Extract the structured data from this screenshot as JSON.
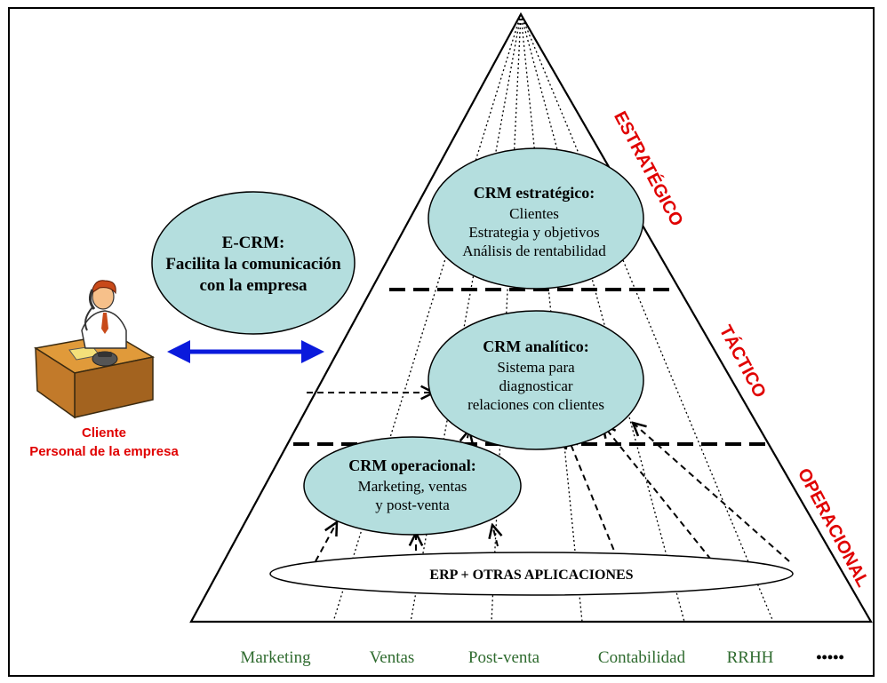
{
  "levels": {
    "strategic": "ESTRATÉGICO",
    "tactical": "TÁCTICO",
    "operational": "OPERACIONAL"
  },
  "ecrm": {
    "title": "E-CRM:",
    "line1": "Facilita la comunicación",
    "line2": "con la empresa"
  },
  "strategic_box": {
    "title": "CRM estratégico:",
    "line1": "Clientes",
    "line2": "Estrategia y objetivos",
    "line3": "Análisis de rentabilidad"
  },
  "analytic_box": {
    "title": "CRM analítico:",
    "line1": "Sistema para",
    "line2": "diagnosticar",
    "line3": "relaciones con clientes"
  },
  "operational_box": {
    "title": "CRM operacional:",
    "line1": "Marketing, ventas",
    "line2": "y post-venta"
  },
  "erp": "ERP + OTRAS APLICACIONES",
  "client": {
    "line1": "Cliente",
    "line2": "Personal de la empresa"
  },
  "departments": [
    "Marketing",
    "Ventas",
    "Post-venta",
    "Contabilidad",
    "RRHH",
    "•••••"
  ],
  "colors": {
    "ellipse_fill": "#b4dede",
    "arrow_blue": "#0a1adc",
    "level_red": "#e00000",
    "department_green": "#2f6b2f"
  },
  "icons": [
    "person-at-desk-icon"
  ]
}
